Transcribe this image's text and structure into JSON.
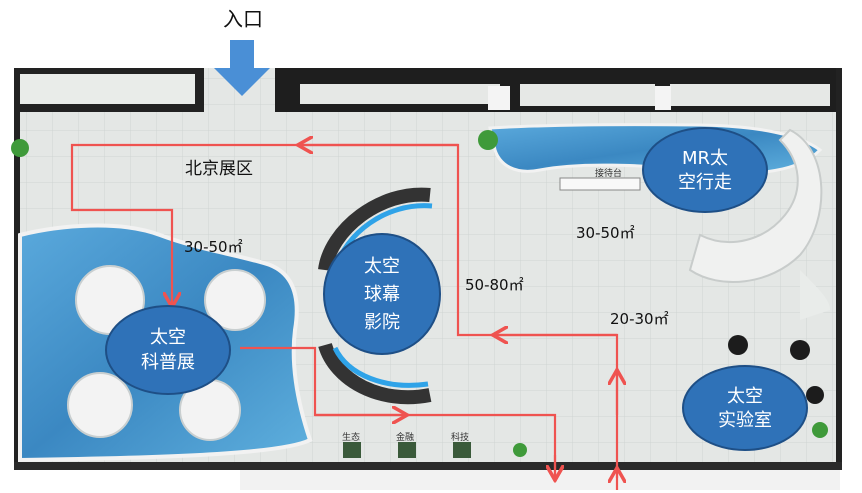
{
  "entrance": {
    "label": "入口"
  },
  "zones": {
    "beijing": {
      "label": "北京展区"
    },
    "reception": {
      "label": "接待台"
    },
    "eco_sign": {
      "label": "生态"
    },
    "finance_sign": {
      "label": "金融"
    },
    "tech_sign": {
      "label": "科技"
    }
  },
  "area_labels": {
    "science": "30-50㎡",
    "cinema": "50-80㎡",
    "mr": "30-50㎡",
    "lab": "20-30㎡"
  },
  "bubbles": {
    "mr_walk": {
      "line1": "MR太",
      "line2": "空行走"
    },
    "dome_cinema": {
      "line1": "太空",
      "line2": "球幕",
      "line3": "影院"
    },
    "science_exhibit": {
      "line1": "太空",
      "line2": "科普展"
    },
    "space_lab": {
      "line1": "太空",
      "line2": "实验室"
    }
  },
  "colors": {
    "route": "#ef5350",
    "bubble_fill": "#2f72b8",
    "bubble_stroke": "#1e4f86",
    "arrow": "#4a8fd6",
    "water": "#3d8fc9",
    "floor": "#e3e6e4",
    "wall": "#1a1a1a"
  }
}
